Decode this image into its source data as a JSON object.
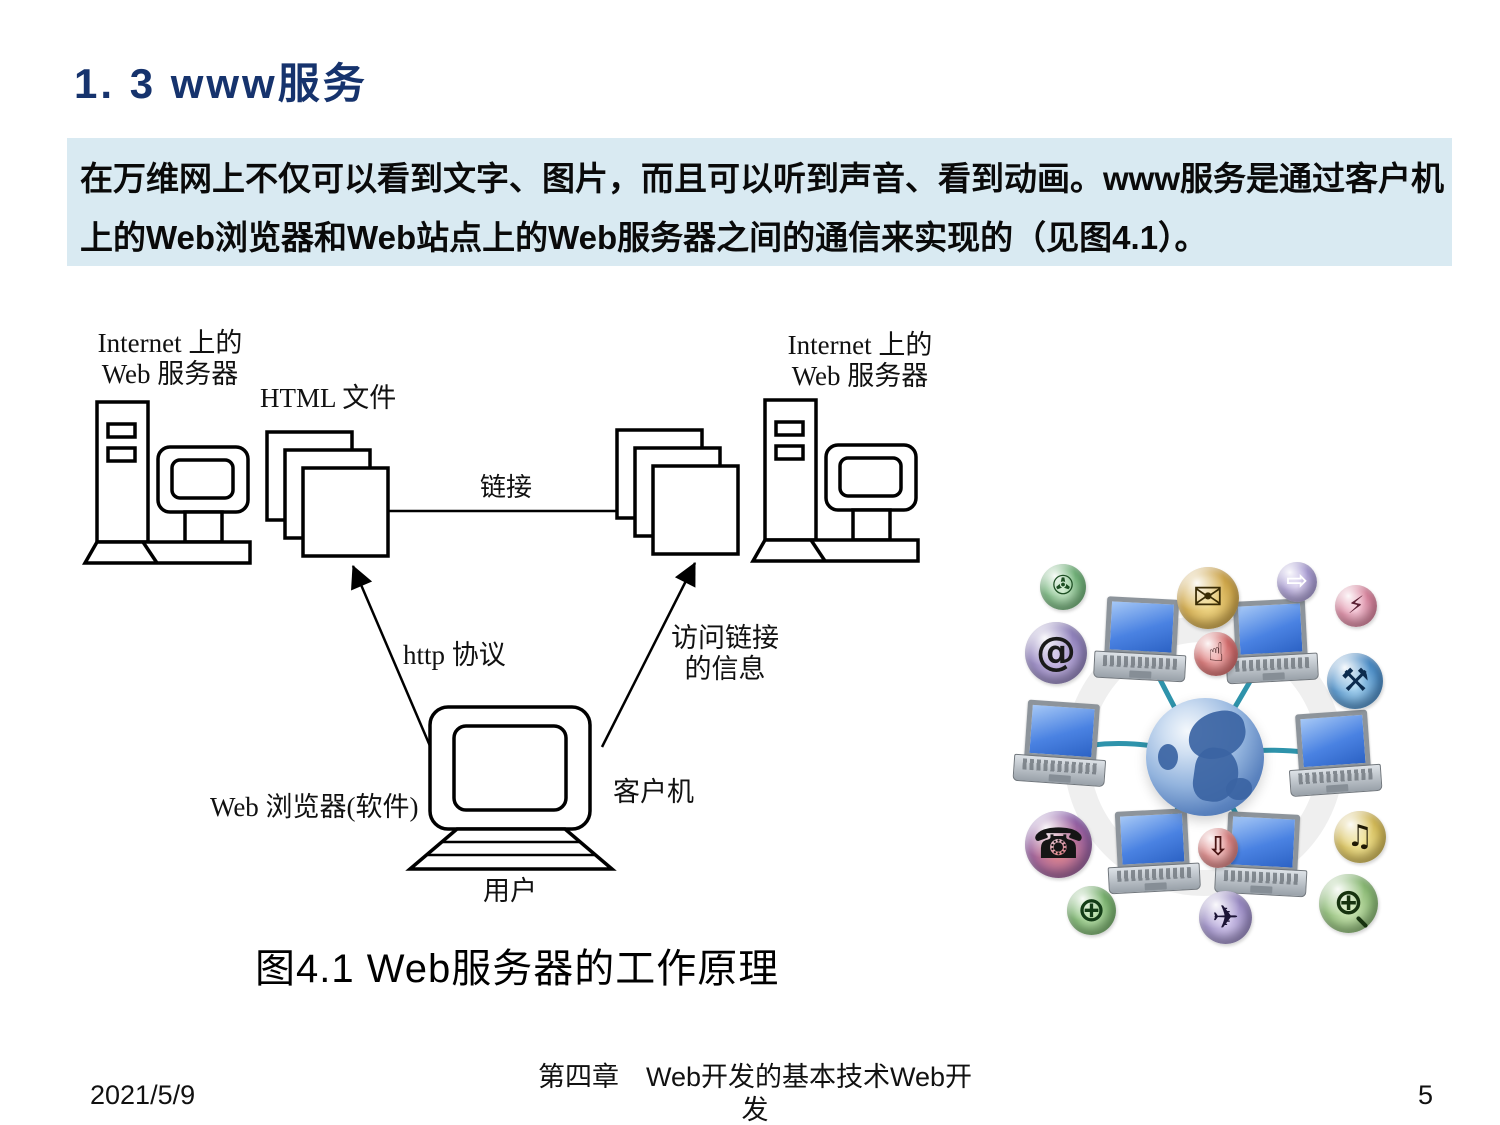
{
  "slide": {
    "title": "1. 3  www服务",
    "intro": "在万维网上不仅可以看到文字、图片，而且可以听到声音、看到动画。www服务是通过客户机上的Web浏览器和Web站点上的Web服务器之间的通信来实现的（见图4.1）。",
    "colors": {
      "title": "#16336d",
      "intro_bg": "#d9eaf2",
      "connector_line": "#2e93ab"
    }
  },
  "figure": {
    "caption": "图4.1  Web服务器的工作原理",
    "labels": {
      "server_left_1": "Internet 上的",
      "server_left_2": "Web 服务器",
      "html_file": "HTML 文件",
      "link": "链接",
      "server_right_1": "Internet 上的",
      "server_right_2": "Web 服务器",
      "http": "http 协议",
      "access_1": "访问链接",
      "access_2": "的信息",
      "browser": "Web 浏览器(软件)",
      "client": "客户机",
      "user": "用户"
    }
  },
  "clipart": {
    "icons": [
      {
        "name": "film-reel-icon",
        "glyph": "✇",
        "c1": "#cdeccd",
        "c2": "#4f9e5a",
        "fg": "#1c4d22"
      },
      {
        "name": "at-sign-icon",
        "glyph": "@",
        "c1": "#cfc0e8",
        "c2": "#7d6fae",
        "fg": "#1a1a1a"
      },
      {
        "name": "email-icon",
        "glyph": "✉",
        "c1": "#f3dc8e",
        "c2": "#c29433",
        "fg": "#3a2c05"
      },
      {
        "name": "arrow-icon",
        "glyph": "⇨",
        "c1": "#ded5f2",
        "c2": "#9486c9",
        "fg": "#ffffff"
      },
      {
        "name": "light-bulb-icon",
        "glyph": "⚡",
        "c1": "#f6c8d8",
        "c2": "#d06a88",
        "fg": "#5a1f33"
      },
      {
        "name": "hand-icon",
        "glyph": "☝",
        "c1": "#f2b3b3",
        "c2": "#c94f4f",
        "fg": "#301010"
      },
      {
        "name": "tools-icon",
        "glyph": "⚒",
        "c1": "#aed8f2",
        "c2": "#2b74b8",
        "fg": "#0c2b4e"
      },
      {
        "name": "phone-icon",
        "glyph": "☎",
        "c1": "#e98a8a",
        "c2": "#7e54a8",
        "fg": "#151515"
      },
      {
        "name": "save-download-icon",
        "glyph": "⇩",
        "c1": "#f6c6c6",
        "c2": "#cf6464",
        "fg": "#4a1414"
      },
      {
        "name": "music-icon",
        "glyph": "♫",
        "c1": "#f5ea9e",
        "c2": "#c7a93e",
        "fg": "#201a04"
      },
      {
        "name": "web-globe-icon",
        "glyph": "⊕",
        "c1": "#c4e8b4",
        "c2": "#5d9e54",
        "fg": "#143d17"
      },
      {
        "name": "airplane-icon",
        "glyph": "✈",
        "c1": "#d8cdf0",
        "c2": "#8474b4",
        "fg": "#1d1536"
      },
      {
        "name": "globe-search-icon",
        "glyph": "⊕",
        "c1": "#d6edbd",
        "c2": "#71a85c",
        "fg": "#17330f"
      }
    ]
  },
  "footer": {
    "date": "2021/5/9",
    "center_1": "第四章　Web开发的基本技术Web开发",
    "center_2": "的基本技术",
    "page": "5"
  }
}
